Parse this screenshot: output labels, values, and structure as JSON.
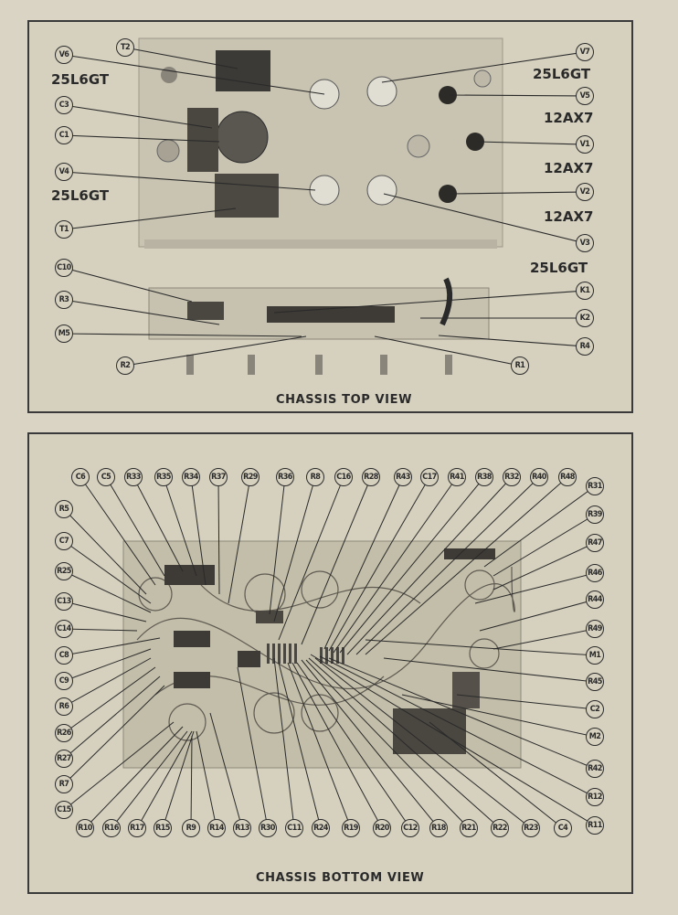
{
  "top_view": {
    "caption": "CHASSIS TOP VIEW",
    "tube_types": {
      "v6": "25L6GT",
      "v7": "25L6GT",
      "v5": "12AX7",
      "v1": "12AX7",
      "v4": "25L6GT",
      "v2": "12AX7",
      "v3": "25L6GT"
    },
    "labels": [
      "T2",
      "V6",
      "C3",
      "C1",
      "V4",
      "T1",
      "V7",
      "V5",
      "V1",
      "V2",
      "V3",
      "C10",
      "R3",
      "M5",
      "R2",
      "K1",
      "K2",
      "R4",
      "R1"
    ]
  },
  "bottom_view": {
    "caption": "CHASSIS BOTTOM VIEW",
    "labels_top_row": [
      "C6",
      "C5",
      "R33",
      "R35",
      "R34",
      "R37",
      "R29",
      "R36",
      "R8",
      "C16",
      "R28",
      "R43",
      "C17",
      "R41",
      "R38",
      "R32",
      "R40",
      "R48"
    ],
    "labels_left": [
      "R5",
      "C7",
      "R25",
      "C13",
      "C14",
      "C8",
      "C9",
      "R6",
      "R26",
      "R27",
      "R7",
      "C15"
    ],
    "labels_right": [
      "R31",
      "R39",
      "R47",
      "R46",
      "R44",
      "R49",
      "M1",
      "R45",
      "C2",
      "M2",
      "R42",
      "R12",
      "R11"
    ],
    "labels_bottom_row": [
      "R10",
      "R16",
      "R17",
      "R15",
      "R9",
      "R14",
      "R13",
      "R30",
      "C11",
      "R24",
      "R19",
      "R20",
      "C12",
      "R18",
      "R21",
      "R22",
      "R23",
      "C4"
    ]
  }
}
